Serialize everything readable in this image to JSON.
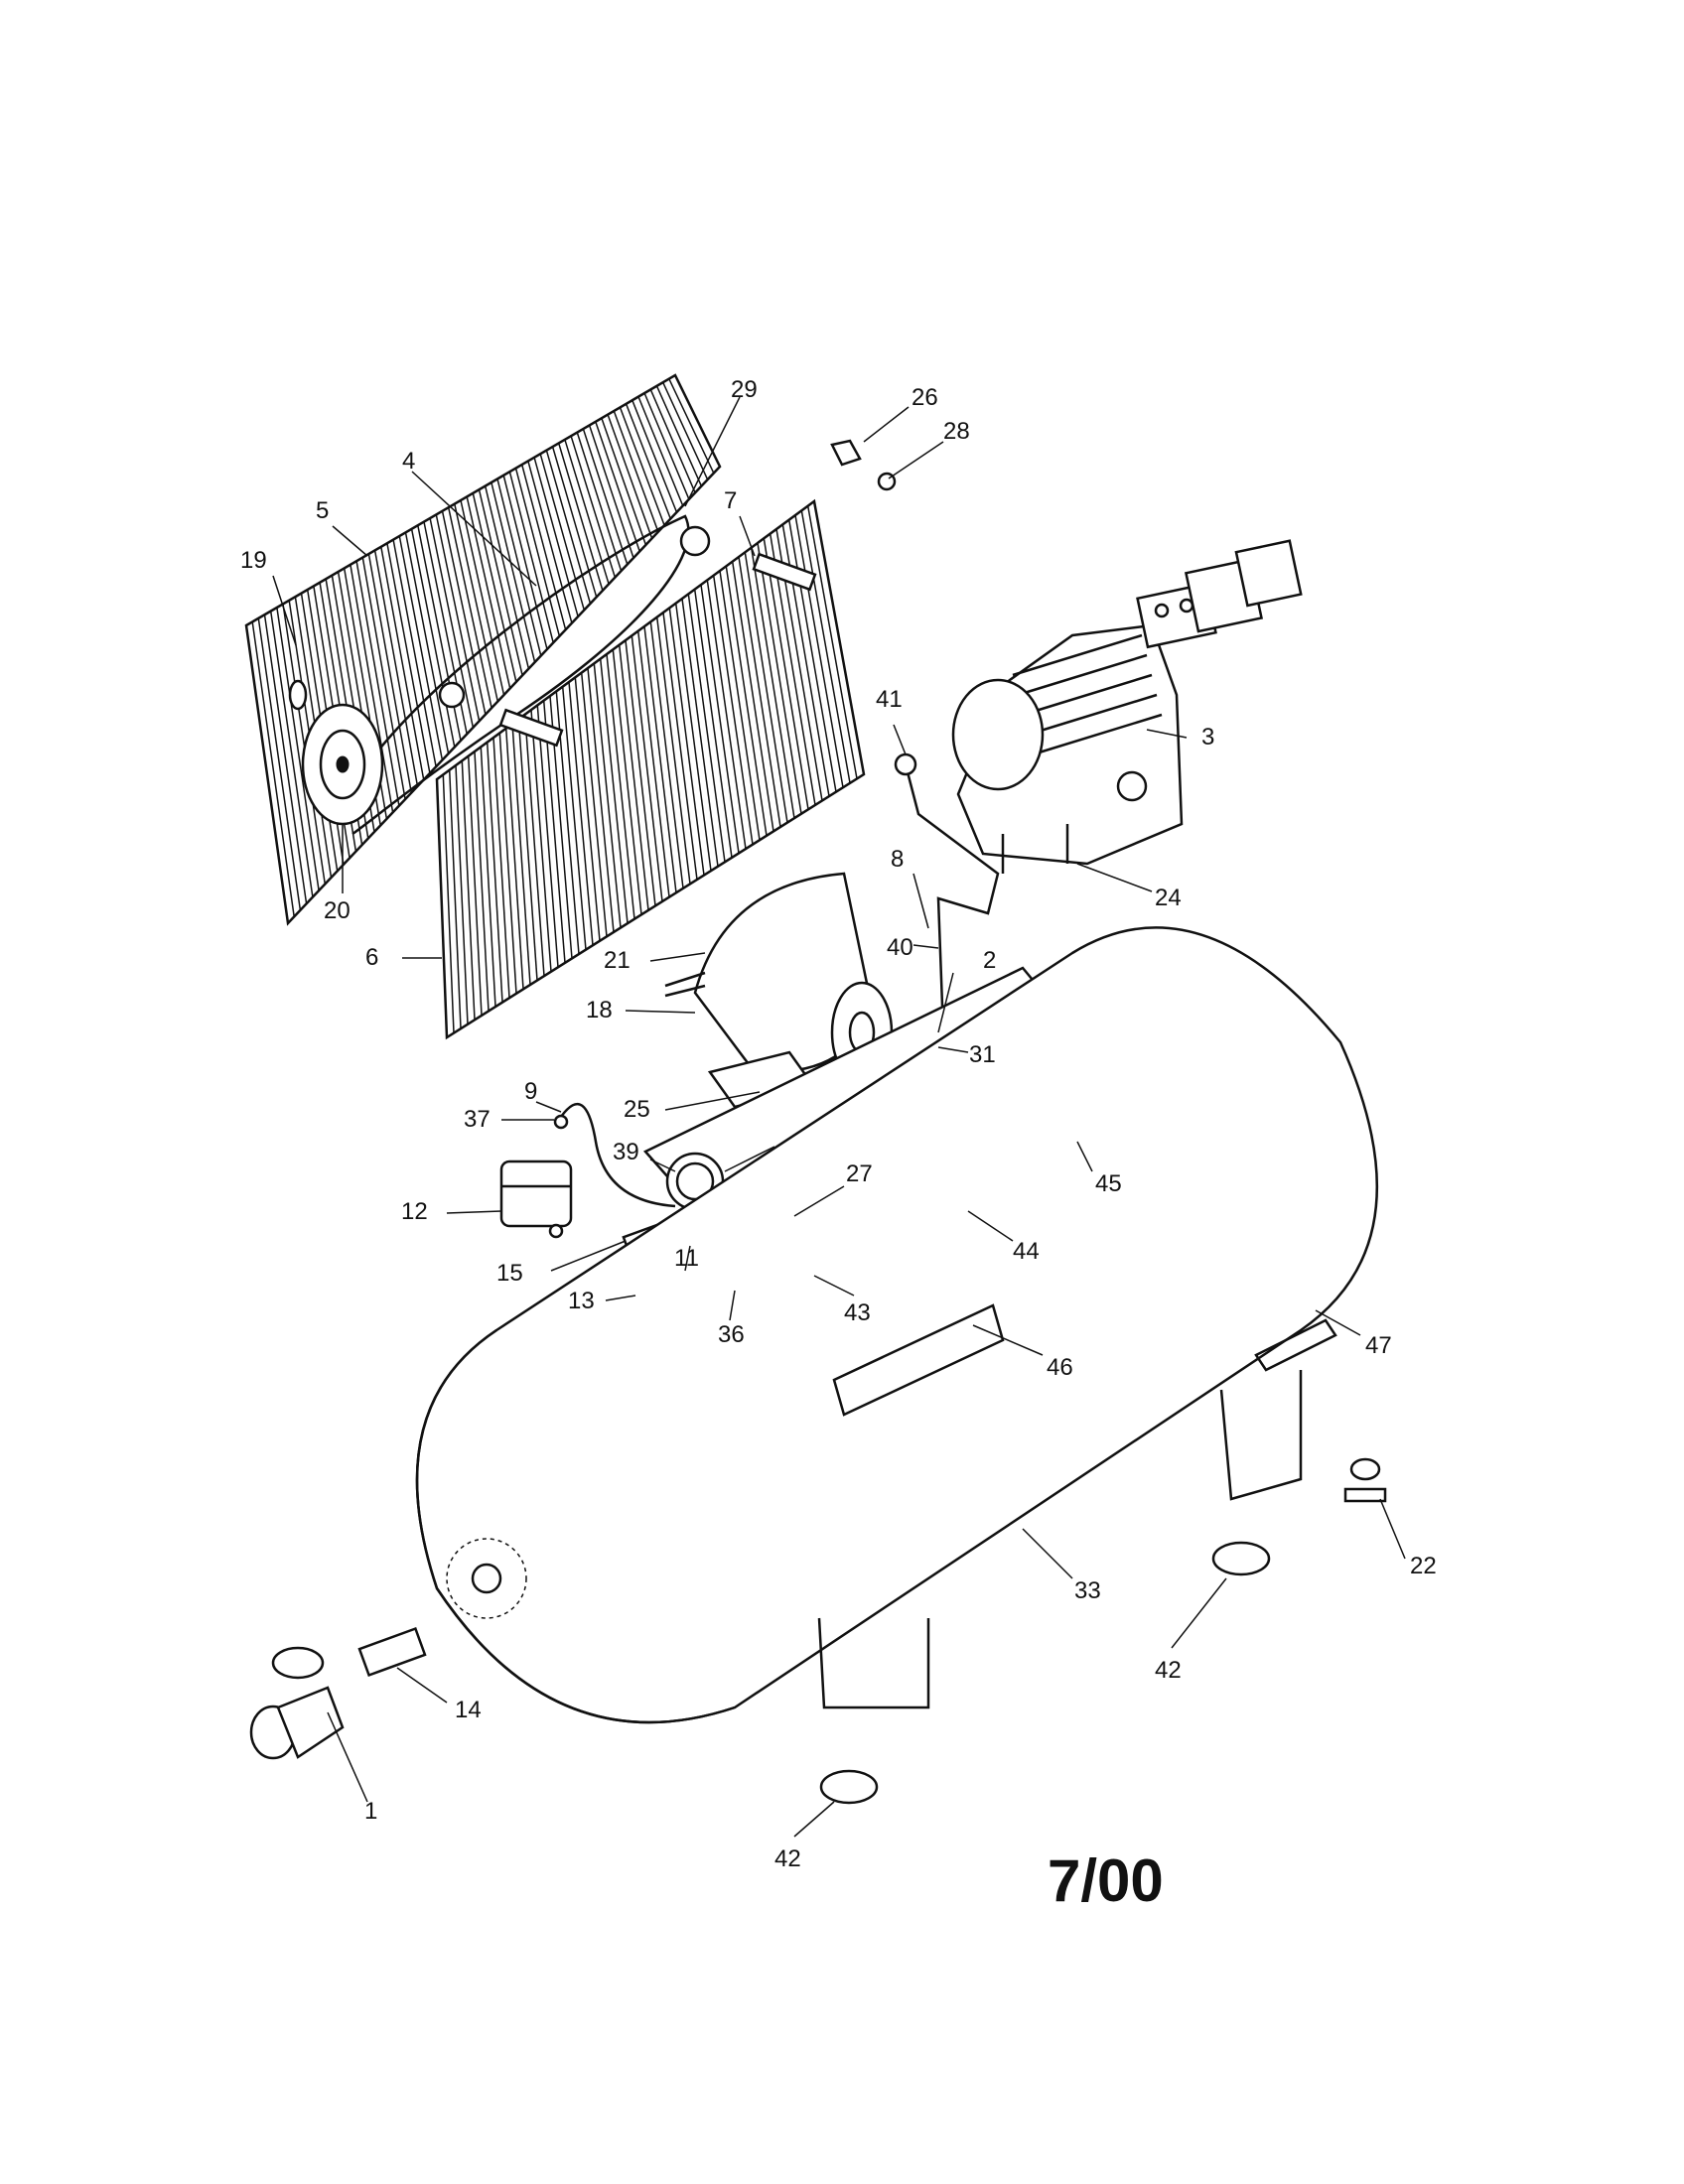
{
  "diagram": {
    "date_code": "7/00",
    "part_labels": [
      "1",
      "2",
      "3",
      "4",
      "5",
      "6",
      "7",
      "8",
      "9",
      "11",
      "12",
      "13",
      "14",
      "15",
      "18",
      "19",
      "20",
      "21",
      "22",
      "24",
      "25",
      "26",
      "27",
      "28",
      "29",
      "31",
      "33",
      "36",
      "37",
      "39",
      "40",
      "41",
      "42",
      "42",
      "43",
      "44",
      "45",
      "46",
      "47"
    ]
  }
}
